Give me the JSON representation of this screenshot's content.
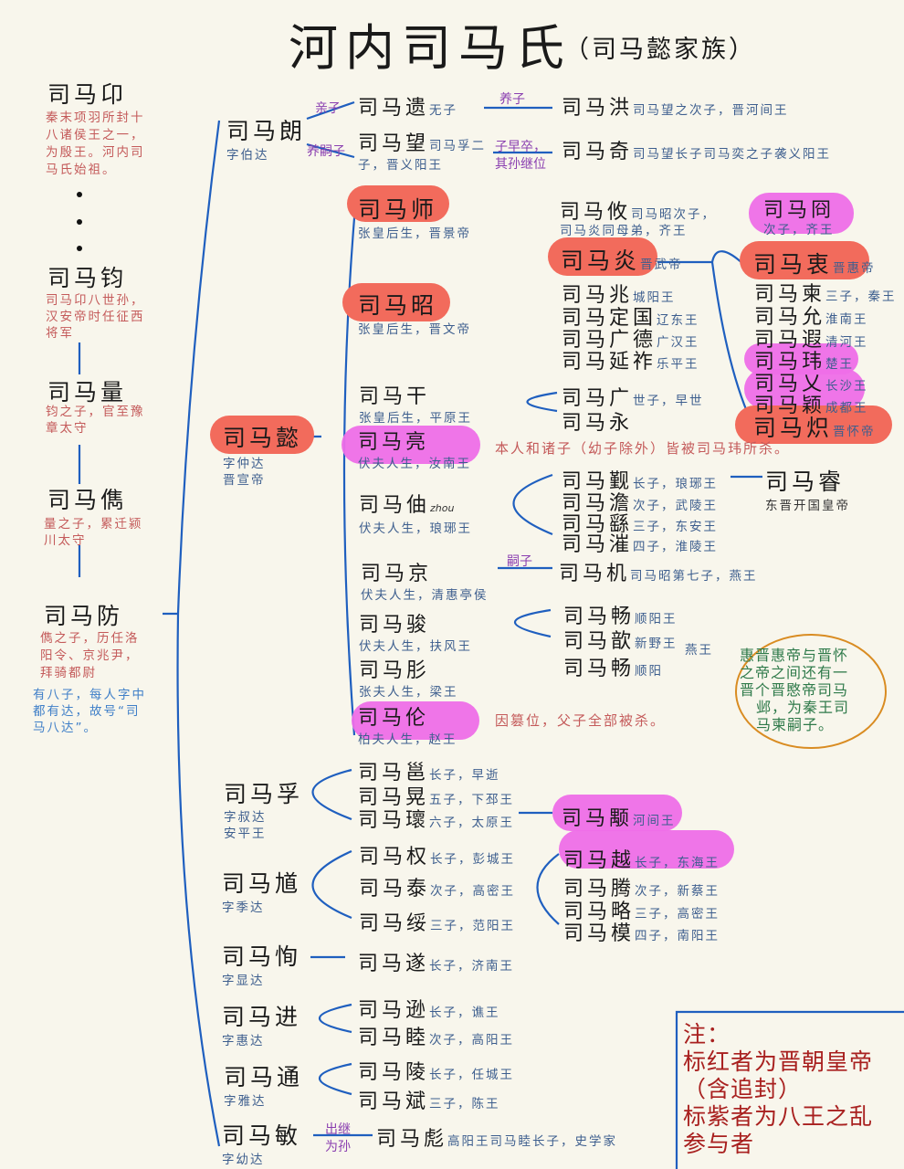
{
  "title": "河内司马氏",
  "subtitle": "（司马懿家族）",
  "colors": {
    "emperor_highlight": "#f26b5c",
    "eight_princes_highlight": "#ee6ee8",
    "line": "#1f5fbf",
    "note_red": "#c45a5a",
    "note_blue": "#3d5e8e",
    "note_green": "#2f7a4a",
    "ellipse": "#d98c22"
  },
  "ancestors": [
    {
      "name": "司马卬",
      "note": "秦末项羽所封十八诸侯王之一，为殷王。河内司马氏始祖。"
    },
    {
      "name": "司马钧",
      "note": "司马卬八世孙，汉安帝时任征西将军"
    },
    {
      "name": "司马量",
      "note": "钧之子，官至豫章太守"
    },
    {
      "name": "司马儁",
      "note": "量之子，累迁颍川太守"
    },
    {
      "name": "司马防",
      "note": "儁之子，历任洛阳令、京兆尹，拜骑都尉",
      "note2": "有八子，每人字中都有达，故号“司马八达”。"
    }
  ],
  "sons": {
    "lang": {
      "name": "司马朗",
      "note": "字伯达"
    },
    "yi": {
      "name": "司马懿",
      "note1": "字仲达",
      "note2": "晋宣帝"
    },
    "fu": {
      "name": "司马孚",
      "note1": "字叔达",
      "note2": "安平王"
    },
    "kui": {
      "name": "司马馗",
      "note": "字季达"
    },
    "xun": {
      "name": "司马恂",
      "note": "字显达"
    },
    "jin": {
      "name": "司马进",
      "note": "字惠达"
    },
    "tong": {
      "name": "司马通",
      "note": "字雅达"
    },
    "min": {
      "name": "司马敏",
      "note": "字幼达"
    }
  },
  "lang_line": {
    "label_own": "亲子",
    "label_adopted_heir": "养嗣子",
    "label_adopted": "养子",
    "label_early_death1": "子早卒，",
    "label_early_death2": "其孙继位",
    "yi_": {
      "name": "司马遗",
      "note": "无子"
    },
    "hong": {
      "name": "司马洪",
      "note": "司马望之次子，晋河间王"
    },
    "wang": {
      "name": "司马望",
      "note": "司马孚二子，晋义阳王"
    },
    "qi": {
      "name": "司马奇",
      "note": "司马望长子司马奕之子袭义阳王"
    }
  },
  "yi_sons": [
    {
      "name": "司马师",
      "note": "张皇后生，晋景帝"
    },
    {
      "name": "司马昭",
      "note": "张皇后生，晋文帝"
    },
    {
      "name": "司马干",
      "note": "张皇后生，平原王"
    },
    {
      "name": "司马亮",
      "note": "伏夫人生，汝南王",
      "remark": "本人和诸子（幼子除外）皆被司马玮所杀。"
    },
    {
      "name": "司马伷",
      "pinyin": "zhou",
      "note": "伏夫人生，琅琊王"
    },
    {
      "name": "司马京",
      "note": "伏夫人生，清惠亭侯"
    },
    {
      "name": "司马骏",
      "note": "伏夫人生，扶风王"
    },
    {
      "name": "司马肜",
      "note": "张夫人生，梁王"
    },
    {
      "name": "司马伦",
      "note": "柏夫人生，赵王",
      "remark": "因篡位，父子全部被杀。"
    }
  ],
  "zhao_sons": [
    {
      "name": "司马攸",
      "note1": "司马昭次子，",
      "note2": "司马炎同母弟，齐王"
    },
    {
      "name": "司马炎",
      "note": "晋武帝"
    },
    {
      "name": "司马兆",
      "note": "城阳王"
    },
    {
      "name": "司马定国",
      "note": "辽东王"
    },
    {
      "name": "司马广德",
      "note": "广汉王"
    },
    {
      "name": "司马延祚",
      "note": "乐平王"
    }
  ],
  "jiong": {
    "name": "司马冏",
    "note": "次子，齐王"
  },
  "yan_sons": [
    {
      "name": "司马衷",
      "note": "晋惠帝"
    },
    {
      "name": "司马柬",
      "note": "三子，秦王"
    },
    {
      "name": "司马允",
      "note": "淮南王"
    },
    {
      "name": "司马遐",
      "note": "清河王"
    },
    {
      "name": "司马玮",
      "note": "楚王"
    },
    {
      "name": "司马乂",
      "note": "长沙王"
    },
    {
      "name": "司马颖",
      "note": "成都王"
    },
    {
      "name": "司马炽",
      "note": "晋怀帝"
    }
  ],
  "gan_sons": [
    {
      "name": "司马广",
      "note": "世子，早世"
    },
    {
      "name": "司马永",
      "note": ""
    }
  ],
  "zhou_sons": [
    {
      "name": "司马觐",
      "note": "长子，琅琊王"
    },
    {
      "name": "司马澹",
      "note": "次子，武陵王"
    },
    {
      "name": "司马繇",
      "note": "三子，东安王"
    },
    {
      "name": "司马漼",
      "note": "四子，淮陵王"
    }
  ],
  "rui": {
    "name": "司马睿",
    "note": "东晋开国皇帝"
  },
  "jing_heir": {
    "label": "嗣子",
    "name": "司马机",
    "note": "司马昭第七子，燕王"
  },
  "jun_sons": [
    {
      "name": "司马畅",
      "note": "顺阳王"
    },
    {
      "name": "司马歆",
      "note": "新野王"
    },
    {
      "name": "司马畅",
      "note": "顺阳"
    }
  ],
  "yan_wang_label": "燕王",
  "ellipse_note": [
    "惠晋惠帝与晋怀",
    "之帝之间还有一",
    "晋个晋愍帝司马",
    "邺，为秦王司",
    "马柬嗣子。"
  ],
  "fu_sons": [
    {
      "name": "司马邕",
      "note": "长子，早逝"
    },
    {
      "name": "司马晃",
      "note": "五子，下邳王"
    },
    {
      "name": "司马瓌",
      "note": "六子，太原王"
    }
  ],
  "yong": {
    "name": "司马颙",
    "note": "河间王"
  },
  "kui_sons": [
    {
      "name": "司马权",
      "note": "长子，彭城王"
    },
    {
      "name": "司马泰",
      "note": "次子，高密王"
    },
    {
      "name": "司马绥",
      "note": "三子，范阳王"
    }
  ],
  "tai_sons": [
    {
      "name": "司马越",
      "note": "长子，东海王"
    },
    {
      "name": "司马腾",
      "note": "次子，新蔡王"
    },
    {
      "name": "司马略",
      "note": "三子，高密王"
    },
    {
      "name": "司马模",
      "note": "四子，南阳王"
    }
  ],
  "xun_sons": [
    {
      "name": "司马遂",
      "note": "长子，济南王"
    }
  ],
  "jin_sons": [
    {
      "name": "司马逊",
      "note": "长子，谯王"
    },
    {
      "name": "司马睦",
      "note": "次子，高阳王"
    }
  ],
  "tong_sons": [
    {
      "name": "司马陵",
      "note": "长子，任城王"
    },
    {
      "name": "司马斌",
      "note": "三子，陈王"
    }
  ],
  "min_heir": {
    "label1": "出继",
    "label2": "为孙",
    "name": "司马彪",
    "note": "高阳王司马睦长子，史学家"
  },
  "legend": {
    "title": "注：",
    "lines": [
      "标红者为晋朝皇帝",
      "（含追封）",
      "标紫者为八王之乱",
      "参与者"
    ]
  }
}
